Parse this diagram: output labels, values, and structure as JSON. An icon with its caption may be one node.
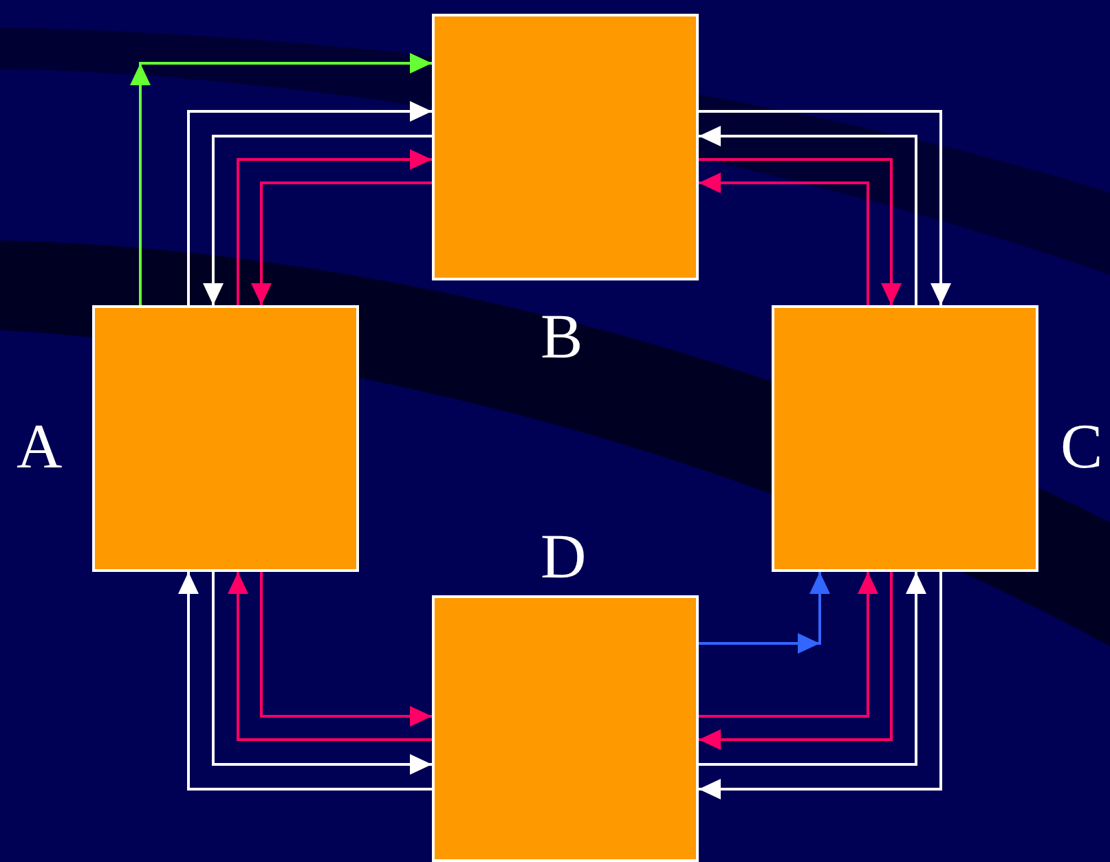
{
  "diagram": {
    "nodes": [
      {
        "text": [],
        "shape": "box",
        "beside": [
          "B"
        ]
      },
      {
        "text": [],
        "shape": "box",
        "beside": [
          "A"
        ]
      },
      {
        "text": [],
        "shape": "box",
        "beside": [
          "C"
        ]
      },
      {
        "text": [],
        "shape": "box",
        "beside": [
          "D"
        ]
      }
    ],
    "edges": [
      {
        "from": 1,
        "to": 0,
        "arrow": "to",
        "color": "#66ff33"
      },
      {
        "from": 1,
        "to": 0,
        "arrow": "to",
        "color": "#ffffff"
      },
      {
        "from": 0,
        "to": 1,
        "arrow": "to",
        "color": "#ffffff"
      },
      {
        "from": 1,
        "to": 0,
        "arrow": "to",
        "color": "#ff0066"
      },
      {
        "from": 0,
        "to": 1,
        "arrow": "to",
        "color": "#ff0066"
      },
      {
        "from": 0,
        "to": 2,
        "arrow": "to",
        "color": "#ffffff"
      },
      {
        "from": 2,
        "to": 0,
        "arrow": "to",
        "color": "#ffffff"
      },
      {
        "from": 0,
        "to": 2,
        "arrow": "to",
        "color": "#ff0066"
      },
      {
        "from": 2,
        "to": 0,
        "arrow": "to",
        "color": "#ff0066"
      },
      {
        "from": 3,
        "to": 1,
        "arrow": "to",
        "color": "#ffffff"
      },
      {
        "from": 1,
        "to": 3,
        "arrow": "to",
        "color": "#ffffff"
      },
      {
        "from": 3,
        "to": 1,
        "arrow": "to",
        "color": "#ff0066"
      },
      {
        "from": 1,
        "to": 3,
        "arrow": "to",
        "color": "#ff0066"
      },
      {
        "from": 3,
        "to": 2,
        "arrow": "to",
        "color": "#3366ff"
      },
      {
        "from": 3,
        "to": 2,
        "arrow": "to",
        "color": "#ff0066"
      },
      {
        "from": 2,
        "to": 3,
        "arrow": "to",
        "color": "#ff0066"
      },
      {
        "from": 3,
        "to": 2,
        "arrow": "to",
        "color": "#ffffff"
      },
      {
        "from": 2,
        "to": 3,
        "arrow": "to",
        "color": "#ffffff"
      }
    ]
  }
}
